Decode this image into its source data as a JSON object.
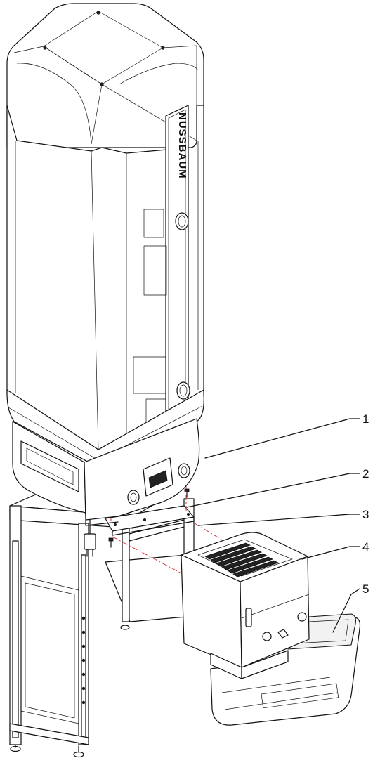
{
  "brand_text": "NUSSBAUM",
  "callouts": [
    {
      "id": "1",
      "label": "1"
    },
    {
      "id": "2",
      "label": "2"
    },
    {
      "id": "3",
      "label": "3"
    },
    {
      "id": "4",
      "label": "4"
    },
    {
      "id": "5",
      "label": "5"
    }
  ]
}
